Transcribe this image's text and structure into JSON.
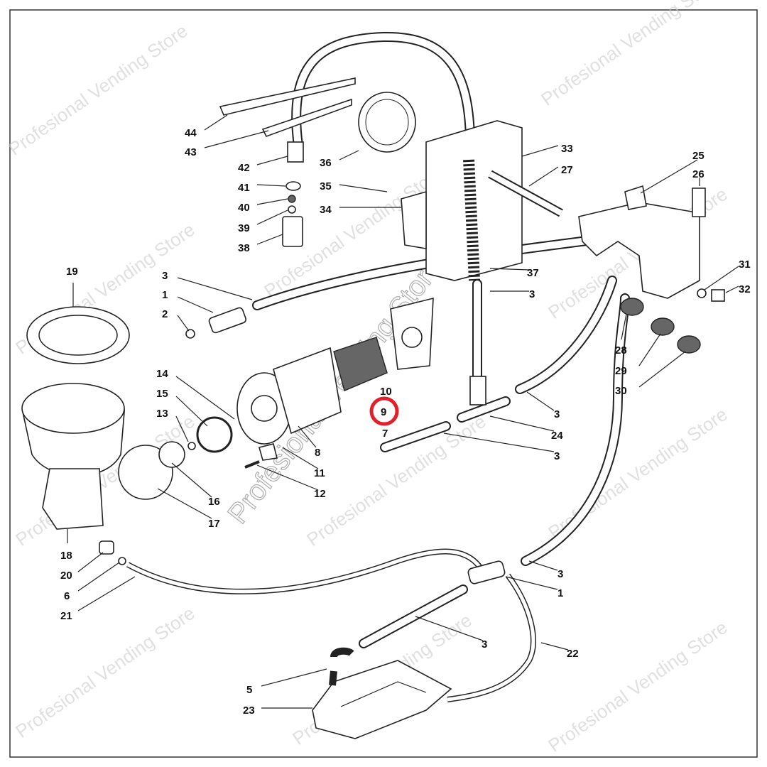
{
  "diagram": {
    "highlight_color": "#e0202a",
    "highlighted_label": "9",
    "labels": [
      "44",
      "43",
      "42",
      "41",
      "40",
      "39",
      "38",
      "36",
      "35",
      "34",
      "33",
      "27",
      "25",
      "26",
      "37",
      "3",
      "31",
      "32",
      "28",
      "29",
      "30",
      "19",
      "3",
      "1",
      "2",
      "14",
      "15",
      "13",
      "16",
      "17",
      "18",
      "20",
      "6",
      "21",
      "10",
      "9",
      "7",
      "8",
      "11",
      "12",
      "3",
      "24",
      "3",
      "3",
      "1",
      "3",
      "22",
      "5",
      "23"
    ],
    "watermark": "Profesional Vending Store"
  }
}
